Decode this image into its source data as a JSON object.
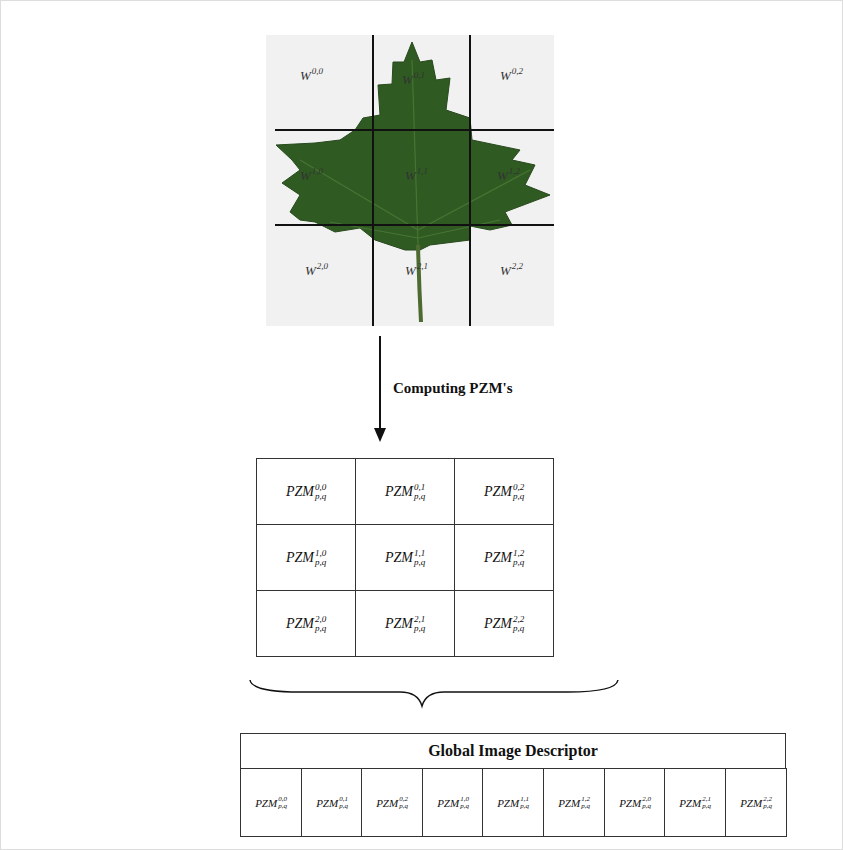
{
  "diagram": {
    "nodes": [
      {
        "text": [
          "PZM",
          "0,0",
          "p,q"
        ]
      },
      {
        "text": [
          "PZM",
          "0,1",
          "p,q"
        ]
      },
      {
        "text": [
          "PZM",
          "0,2",
          "p,q"
        ]
      },
      {
        "text": [
          "PZM",
          "1,0",
          "p,q"
        ]
      },
      {
        "text": [
          "PZM",
          "1,1",
          "p,q"
        ]
      },
      {
        "text": [
          "PZM",
          "1,2",
          "p,q"
        ]
      },
      {
        "text": [
          "PZM",
          "2,0",
          "p,q"
        ]
      },
      {
        "text": [
          "PZM",
          "2,1",
          "p,q"
        ]
      },
      {
        "text": [
          "PZM",
          "2,2",
          "p,q"
        ]
      },
      {
        "text": [
          "Global Image Descriptor"
        ]
      },
      {
        "text": [
          "PZM",
          "0,0",
          "p,q"
        ],
        "in": 9
      },
      {
        "text": [
          "PZM",
          "0,1",
          "p,q"
        ],
        "in": 9
      },
      {
        "text": [
          "PZM",
          "0,2",
          "p,q"
        ],
        "in": 9
      },
      {
        "text": [
          "PZM",
          "1,0",
          "p,q"
        ],
        "in": 9
      },
      {
        "text": [
          "PZM",
          "1,1",
          "p,q"
        ],
        "in": 9
      },
      {
        "text": [
          "PZM",
          "1,2",
          "p,q"
        ],
        "in": 9
      },
      {
        "text": [
          "PZM",
          "2,0",
          "p,q"
        ],
        "in": 9
      },
      {
        "text": [
          "PZM",
          "2,1",
          "p,q"
        ],
        "in": 9
      },
      {
        "text": [
          "PZM",
          "2,2",
          "p,q"
        ],
        "in": 9
      }
    ],
    "labels": [
      "W",
      "0,0",
      "W",
      "0,1",
      "W",
      "0,2",
      "W",
      "1,0",
      "W",
      "1,1",
      "W",
      "1,2",
      "W",
      "2,0",
      "W",
      "2,1",
      "W",
      "2,2",
      "Computing PZM's"
    ]
  }
}
